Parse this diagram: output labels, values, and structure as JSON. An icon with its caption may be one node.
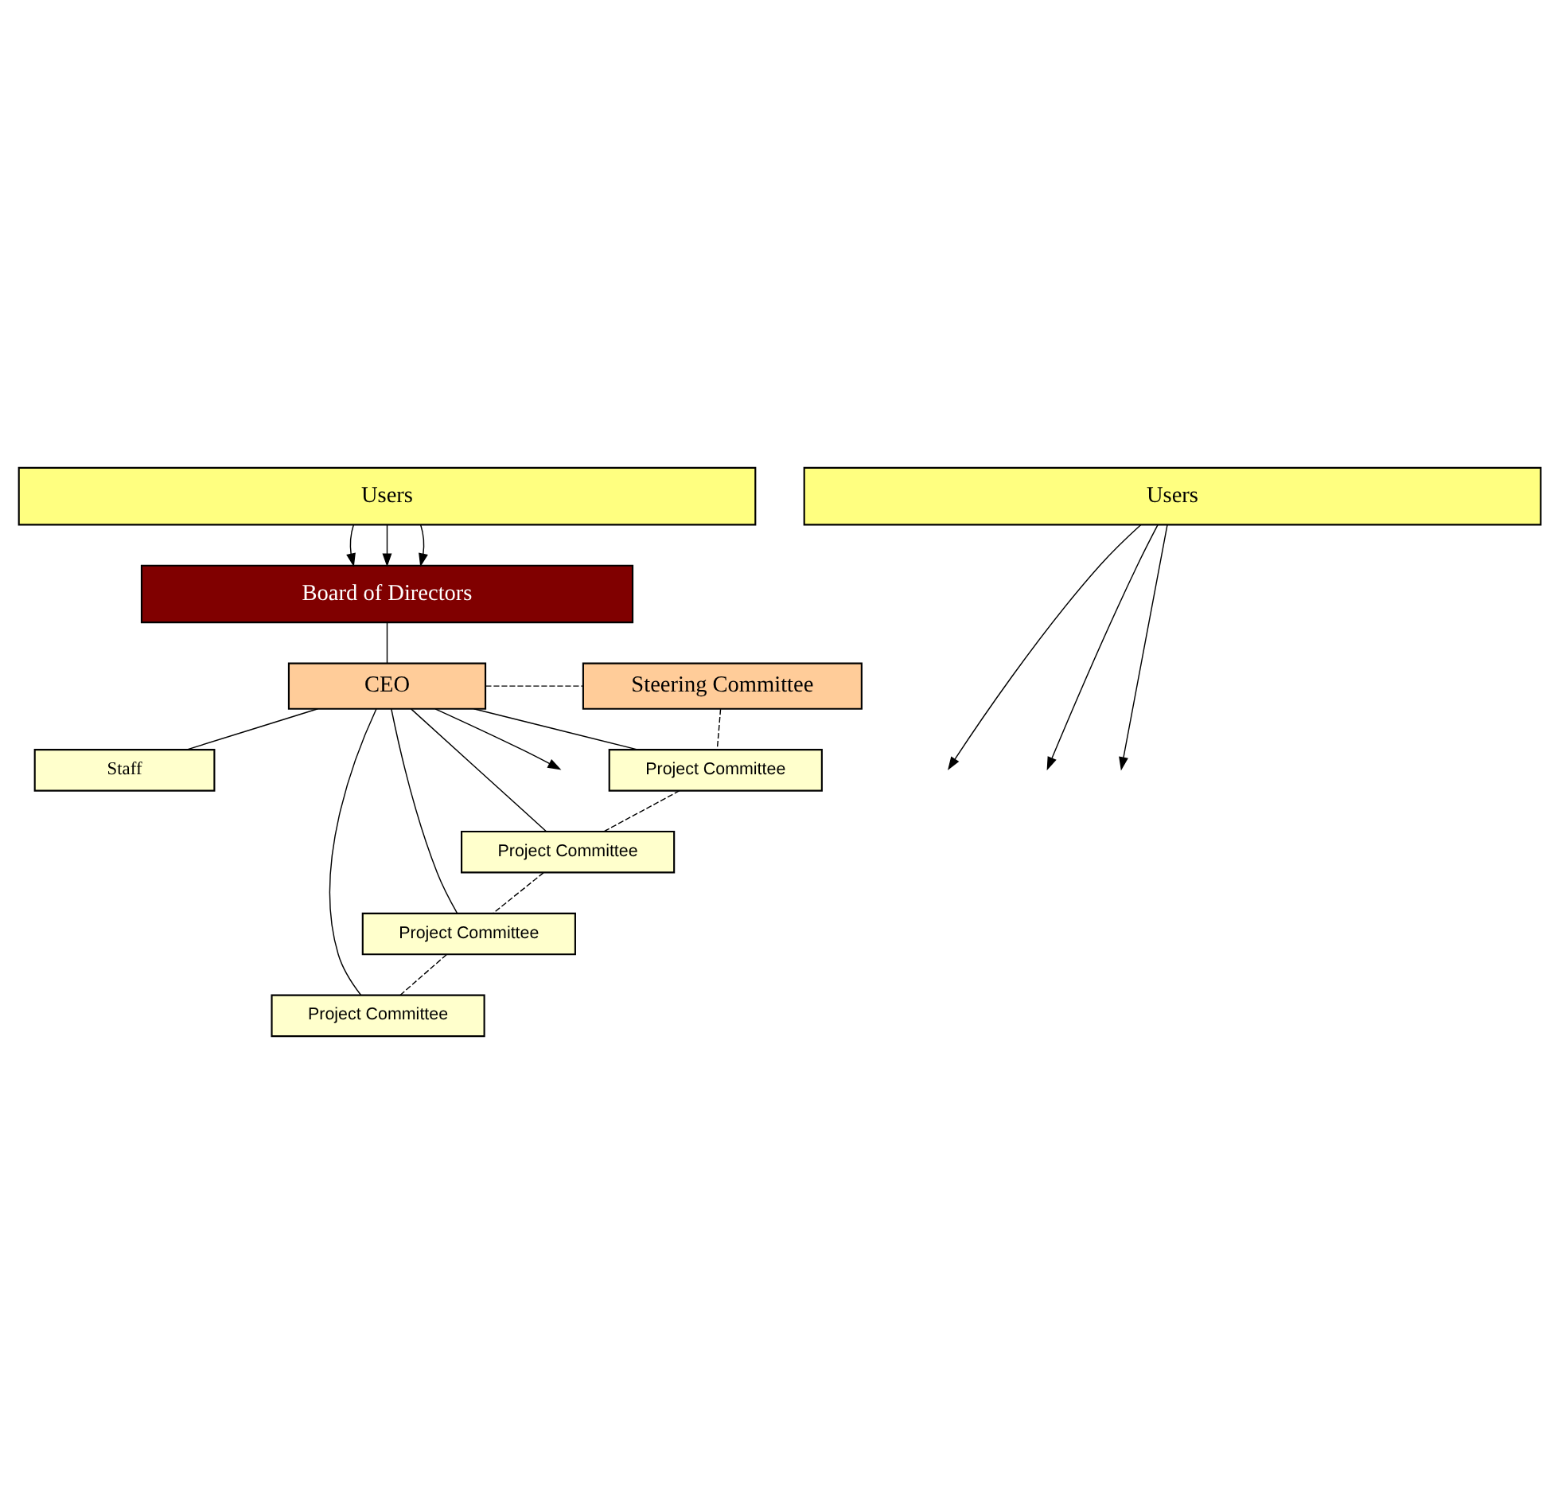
{
  "diagram": {
    "nodes": [
      {
        "text": [
          "Users"
        ]
      },
      {
        "text": [
          "Board of Directors"
        ]
      },
      {
        "text": [
          "CEO"
        ]
      },
      {
        "text": [
          "Steering Committee"
        ]
      },
      {
        "text": [
          "Staff"
        ]
      },
      {
        "text": [
          "Project Committee"
        ]
      },
      {
        "text": [
          "Project Committee"
        ]
      },
      {
        "text": [
          "Project Committee"
        ]
      },
      {
        "text": [
          "Project Committee"
        ]
      },
      {
        "text": [
          "Users"
        ]
      }
    ],
    "edges": [
      {
        "from": 0,
        "to": 1,
        "arrow": "to"
      },
      {
        "from": 0,
        "to": 1,
        "arrow": "to"
      },
      {
        "from": 0,
        "to": 1,
        "arrow": "to"
      },
      {
        "from": 1,
        "to": 2,
        "arrow": "none"
      },
      {
        "from": 2,
        "to": 3,
        "arrow": "none",
        "style": "dashed"
      },
      {
        "from": 2,
        "to": 4,
        "arrow": "none"
      },
      {
        "from": 2,
        "to": 5,
        "arrow": "none"
      },
      {
        "from": 2,
        "to": 6,
        "arrow": "none"
      },
      {
        "from": 2,
        "to": 7,
        "arrow": "none"
      },
      {
        "from": 2,
        "to": 8,
        "arrow": "none"
      },
      {
        "from": 2,
        "to": null,
        "arrow": "to"
      },
      {
        "from": 3,
        "to": 5,
        "arrow": "none",
        "style": "dashed"
      },
      {
        "from": 5,
        "to": 6,
        "arrow": "none",
        "style": "dashed"
      },
      {
        "from": 6,
        "to": 7,
        "arrow": "none",
        "style": "dashed"
      },
      {
        "from": 7,
        "to": 8,
        "arrow": "none",
        "style": "dashed"
      },
      {
        "from": 9,
        "to": null,
        "arrow": "to"
      },
      {
        "from": 9,
        "to": null,
        "arrow": "to"
      },
      {
        "from": 9,
        "to": null,
        "arrow": "to"
      }
    ]
  }
}
